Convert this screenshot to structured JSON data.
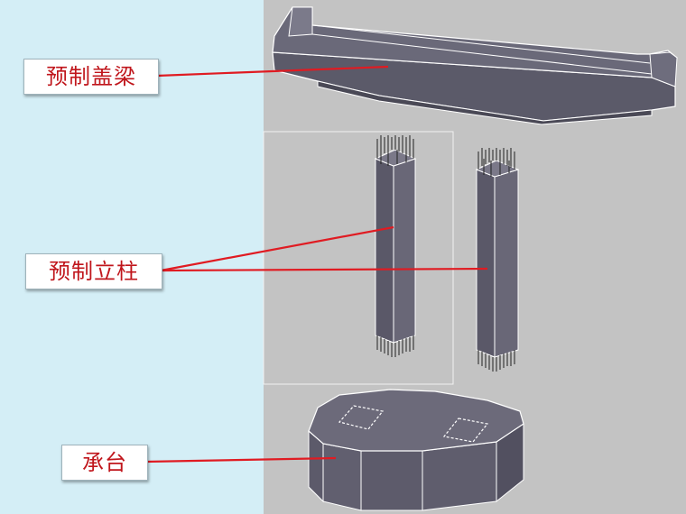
{
  "labels": {
    "beam": "预制盖梁",
    "column": "预制立柱",
    "pile_cap": "承台"
  },
  "colors": {
    "label_text": "#c0161c",
    "leader_line": "#e01b22",
    "left_background": "#d4eef6",
    "right_background": "#c3c3c3",
    "component_fill": "#5e5c6c",
    "component_edge": "#ffffff"
  }
}
